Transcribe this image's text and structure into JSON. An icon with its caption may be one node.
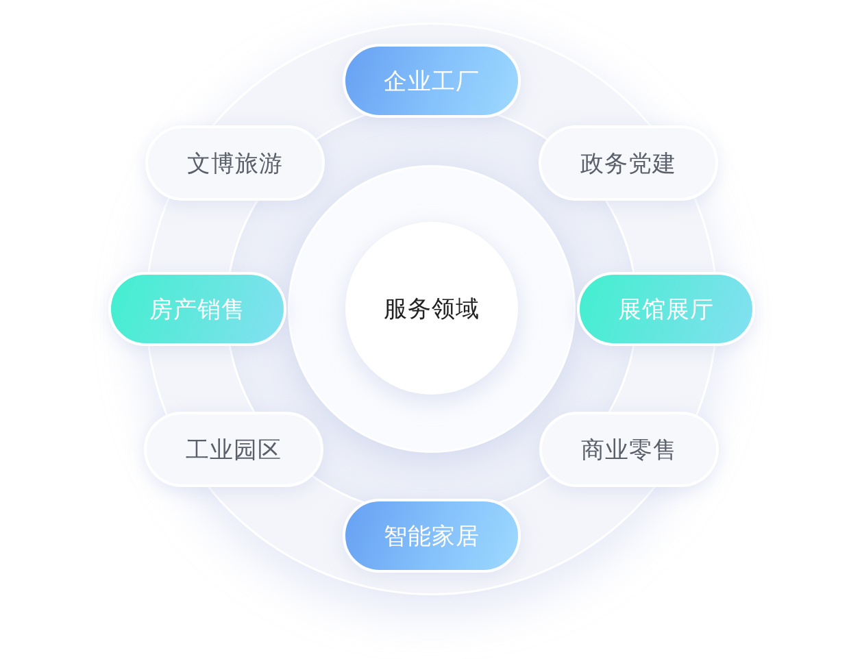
{
  "diagram": {
    "nodes": [
      {
        "text": [
          "企业工厂"
        ]
      },
      {
        "text": [
          "文博旅游"
        ]
      },
      {
        "text": [
          "政务党建"
        ]
      },
      {
        "text": [
          "房产销售"
        ]
      },
      {
        "text": [
          "服务领域"
        ]
      },
      {
        "text": [
          "展馆展厅"
        ]
      },
      {
        "text": [
          "工业园区"
        ]
      },
      {
        "text": [
          "商业零售"
        ]
      },
      {
        "text": [
          "智能家居"
        ]
      }
    ]
  }
}
